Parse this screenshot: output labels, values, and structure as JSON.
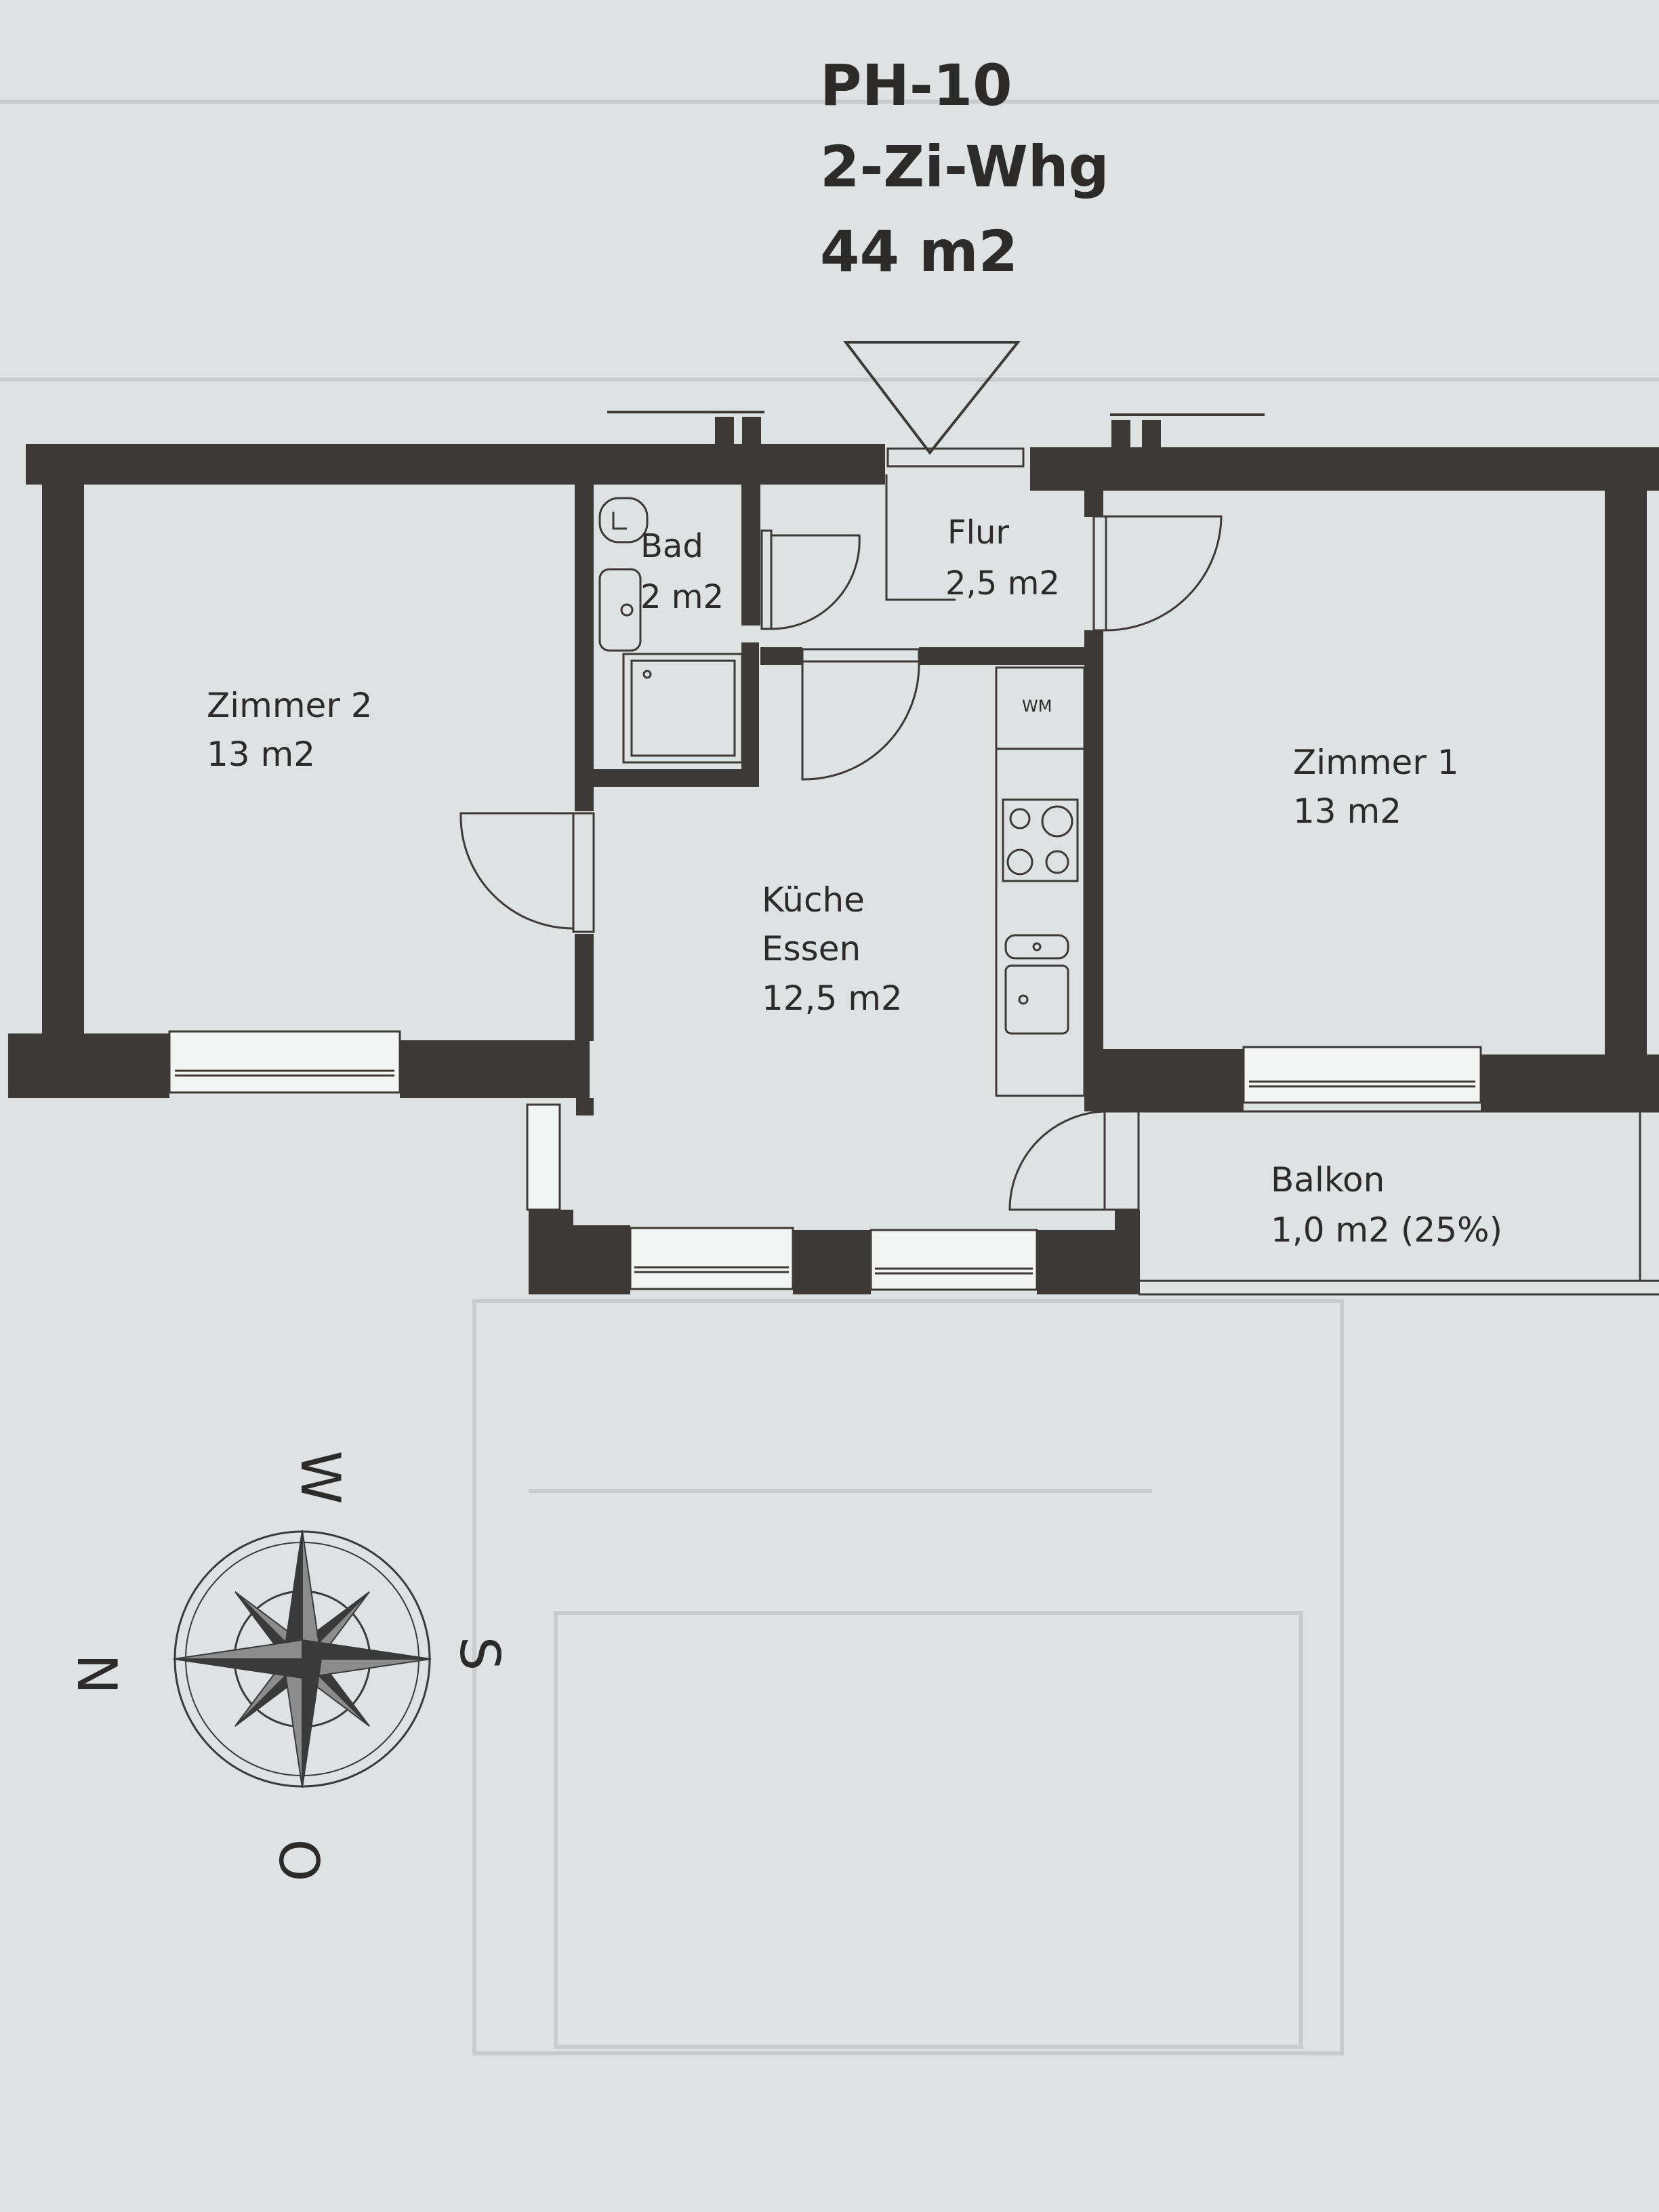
{
  "header": {
    "unit_code": "PH-10",
    "unit_type": "2-Zi-Whg",
    "unit_area": "44 m2"
  },
  "rooms": {
    "bad": {
      "name": "Bad",
      "area": "2 m2"
    },
    "flur": {
      "name": "Flur",
      "area": "2,5 m2"
    },
    "zimmer2": {
      "name": "Zimmer 2",
      "area": "13 m2"
    },
    "zimmer1": {
      "name": "Zimmer 1",
      "area": "13 m2"
    },
    "kueche": {
      "name_line1": "Küche",
      "name_line2": "Essen",
      "area": "12,5 m2"
    },
    "balkon": {
      "name": "Balkon",
      "area": "1,0 m2 (25%)"
    }
  },
  "fixtures": {
    "washing_machine": "WM"
  },
  "compass": {
    "north": "N",
    "east": "O",
    "south": "S",
    "west": "W"
  },
  "colors": {
    "paper": "#dfe2e3",
    "wall": "#3d3936",
    "text": "#2c2b2a",
    "compass_dark": "#3a3a3a",
    "compass_light": "#8c8c8c"
  }
}
